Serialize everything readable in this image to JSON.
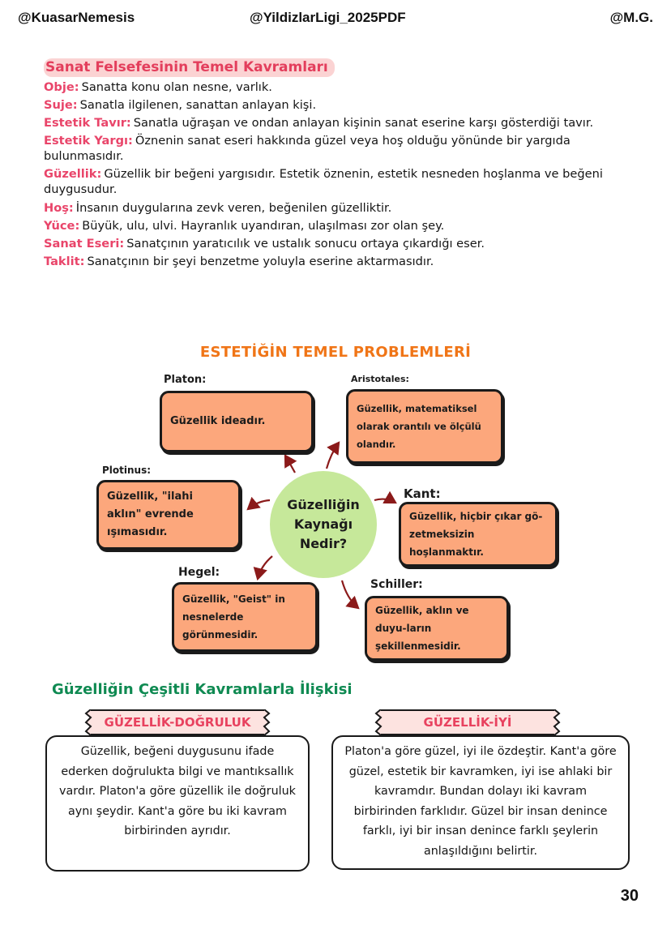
{
  "header": {
    "left": "@KuasarNemesis",
    "center": "@YildizlarLigi_2025PDF",
    "right": "@M.G."
  },
  "concepts": {
    "title": "Sanat Felsefesinin Temel Kavramları",
    "items": [
      {
        "term": "Obje:",
        "text": "Sanatta konu olan nesne, varlık."
      },
      {
        "term": "Suje:",
        "text": "Sanatla ilgilenen, sanattan anlayan kişi."
      },
      {
        "term": "Estetik Tavır:",
        "text": "Sanatla uğraşan ve ondan anlayan kişinin sanat eserine karşı gösterdiği tavır."
      },
      {
        "term": "Estetik Yargı:",
        "text": "Öznenin sanat eseri hakkında güzel veya hoş olduğu yönünde bir yargıda bulunmasıdır."
      },
      {
        "term": "Güzellik:",
        "text": "Güzellik bir beğeni yargısıdır. Estetik öznenin, estetik nesneden hoşlanma ve beğeni duygusudur."
      },
      {
        "term": "Hoş:",
        "text": "İnsanın duygularına zevk veren, beğenilen güzelliktir."
      },
      {
        "term": "Yüce:",
        "text": "Büyük, ulu, ulvi. Hayranlık uyandıran, ulaşılması zor olan şey."
      },
      {
        "term": "Sanat Eseri:",
        "text": "Sanatçının yaratıcılık ve ustalık sonucu ortaya çıkardığı eser."
      },
      {
        "term": "Taklit:",
        "text": "Sanatçının bir şeyi benzetme yoluyla eserine aktarmasıdır."
      }
    ]
  },
  "diagram": {
    "title": "ESTETİĞİN TEMEL PROBLEMLERİ",
    "center": "Güzelliğin Kaynağı Nedir?",
    "nodes": {
      "platon": {
        "label": "Platon:",
        "text": "Güzellik ideadır."
      },
      "aristoteles": {
        "label": "Aristotales:",
        "text": "Güzellik, matematiksel olarak orantılı ve ölçülü olandır."
      },
      "plotinus": {
        "label": "Plotinus:",
        "text": "Güzellik, \"ilahi aklın\" evrende ışımasıdır."
      },
      "kant": {
        "label": "Kant:",
        "text": "Güzellik, hiçbir çıkar gö-zetmeksizin hoşlanmaktır."
      },
      "hegel": {
        "label": "Hegel:",
        "text": "Güzellik, \"Geist\" in nesnelerde görünmesidir."
      },
      "schiller": {
        "label": "Schiller:",
        "text": "Güzellik, aklın ve duyu-ların şekillenmesidir."
      }
    },
    "colors": {
      "node_fill": "#fca77c",
      "center_fill": "#c6e89a",
      "arrow": "#8b1a1a"
    }
  },
  "relations": {
    "title": "Güzelliğin Çeşitli Kavramlarla İlişkisi",
    "left": {
      "heading": "GÜZELLİK-DOĞRULUK",
      "text": "Güzellik, beğeni duygusunu ifade ederken doğrulukta bilgi ve mantıksallık vardır. Platon'a göre güzellik ile doğruluk aynı şeydir. Kant'a göre bu iki kavram birbirinden ayrıdır."
    },
    "right": {
      "heading": "GÜZELLİK-İYİ",
      "text": "Platon'a göre güzel, iyi ile özdeştir. Kant'a göre güzel, estetik bir kavramken, iyi ise ahlaki bir kavramdır. Bundan dolayı iki kavram birbirinden farklıdır. Güzel bir insan denince farklı, iyi bir insan denince farklı şeylerin anlaşıldığını belirtir."
    }
  },
  "page_number": "30"
}
